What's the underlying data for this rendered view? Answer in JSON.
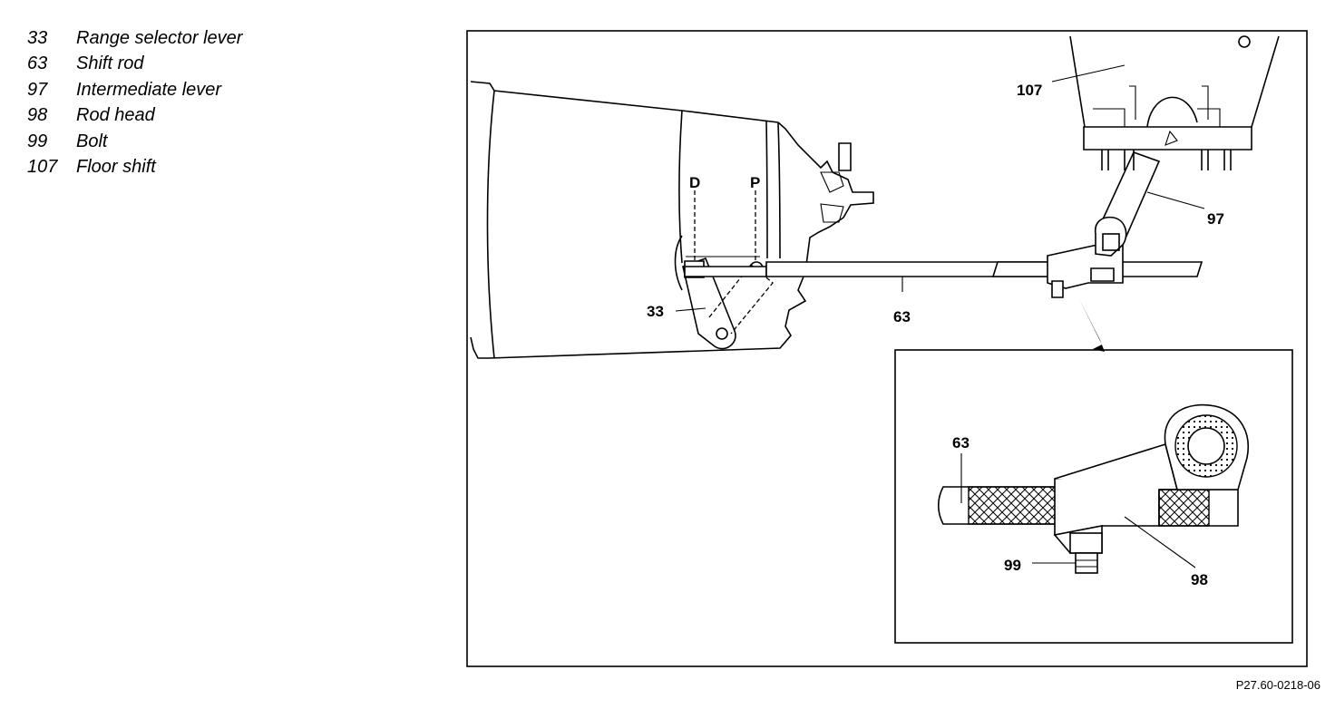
{
  "legend": [
    {
      "num": "33",
      "label": "Range selector lever"
    },
    {
      "num": "63",
      "label": "Shift rod"
    },
    {
      "num": "97",
      "label": "Intermediate lever"
    },
    {
      "num": "98",
      "label": "Rod head"
    },
    {
      "num": "99",
      "label": "Bolt"
    },
    {
      "num": "107",
      "label": "Floor shift"
    }
  ],
  "callouts": {
    "c107": "107",
    "c97": "97",
    "cD": "D",
    "cP": "P",
    "c33": "33",
    "c63": "63",
    "c63_detail": "63",
    "c99": "99",
    "c98": "98"
  },
  "figure_ref": "P27.60-0218-06"
}
